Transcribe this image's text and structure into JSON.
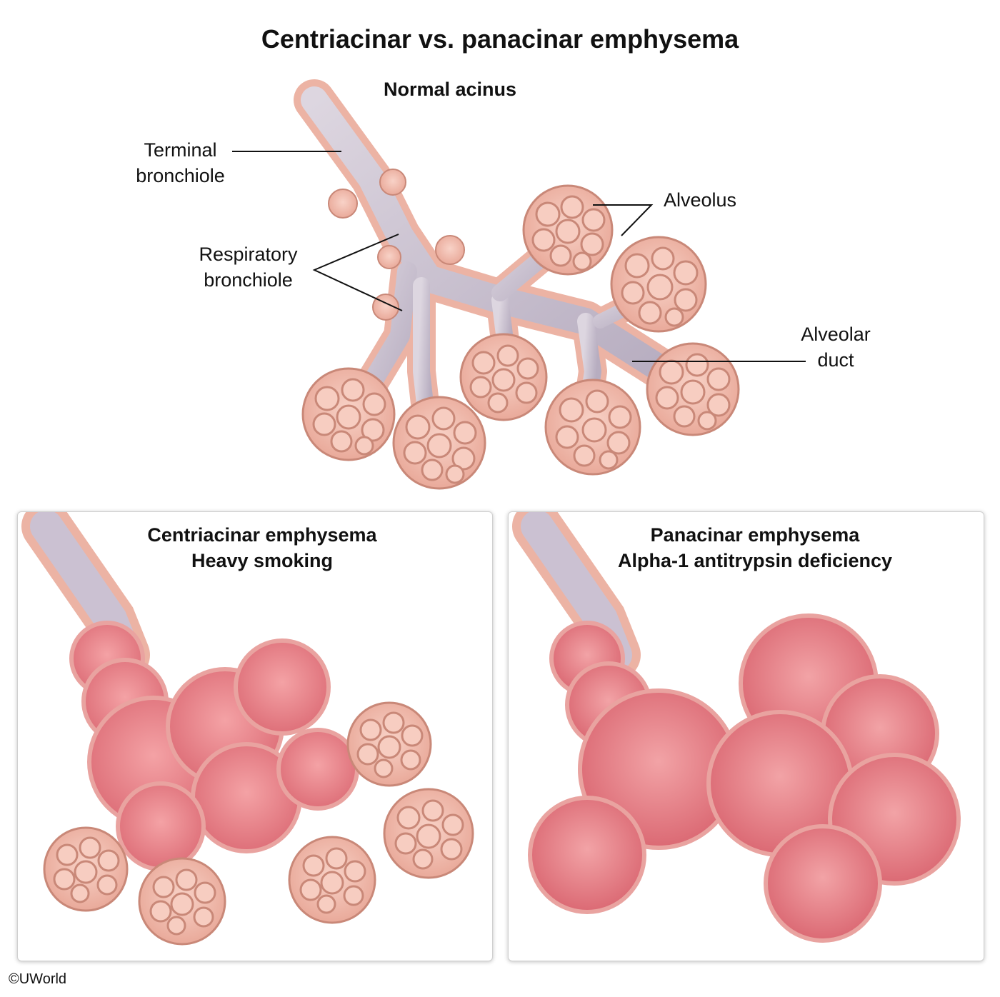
{
  "title": "Centriacinar vs. panacinar emphysema",
  "normal": {
    "heading": "Normal acinus",
    "labels": {
      "terminal_bronchiole": [
        "Terminal",
        "bronchiole"
      ],
      "respiratory_bronchiole": [
        "Respiratory",
        "bronchiole"
      ],
      "alveolus": "Alveolus",
      "alveolar_duct": [
        "Alveolar",
        "duct"
      ]
    }
  },
  "panels": [
    {
      "line1": "Centriacinar emphysema",
      "line2": "Heavy smoking"
    },
    {
      "line1": "Panacinar emphysema",
      "line2": "Alpha-1 antitrypsin deficiency"
    }
  ],
  "copyright": "©UWorld",
  "colors": {
    "alveolus_fill": "#f0b7a8",
    "alveolus_stroke": "#c98878",
    "airway": "#c9c0d0",
    "emphysema_fill": "#e2737c",
    "emphysema_light": "#f4a7aa"
  }
}
